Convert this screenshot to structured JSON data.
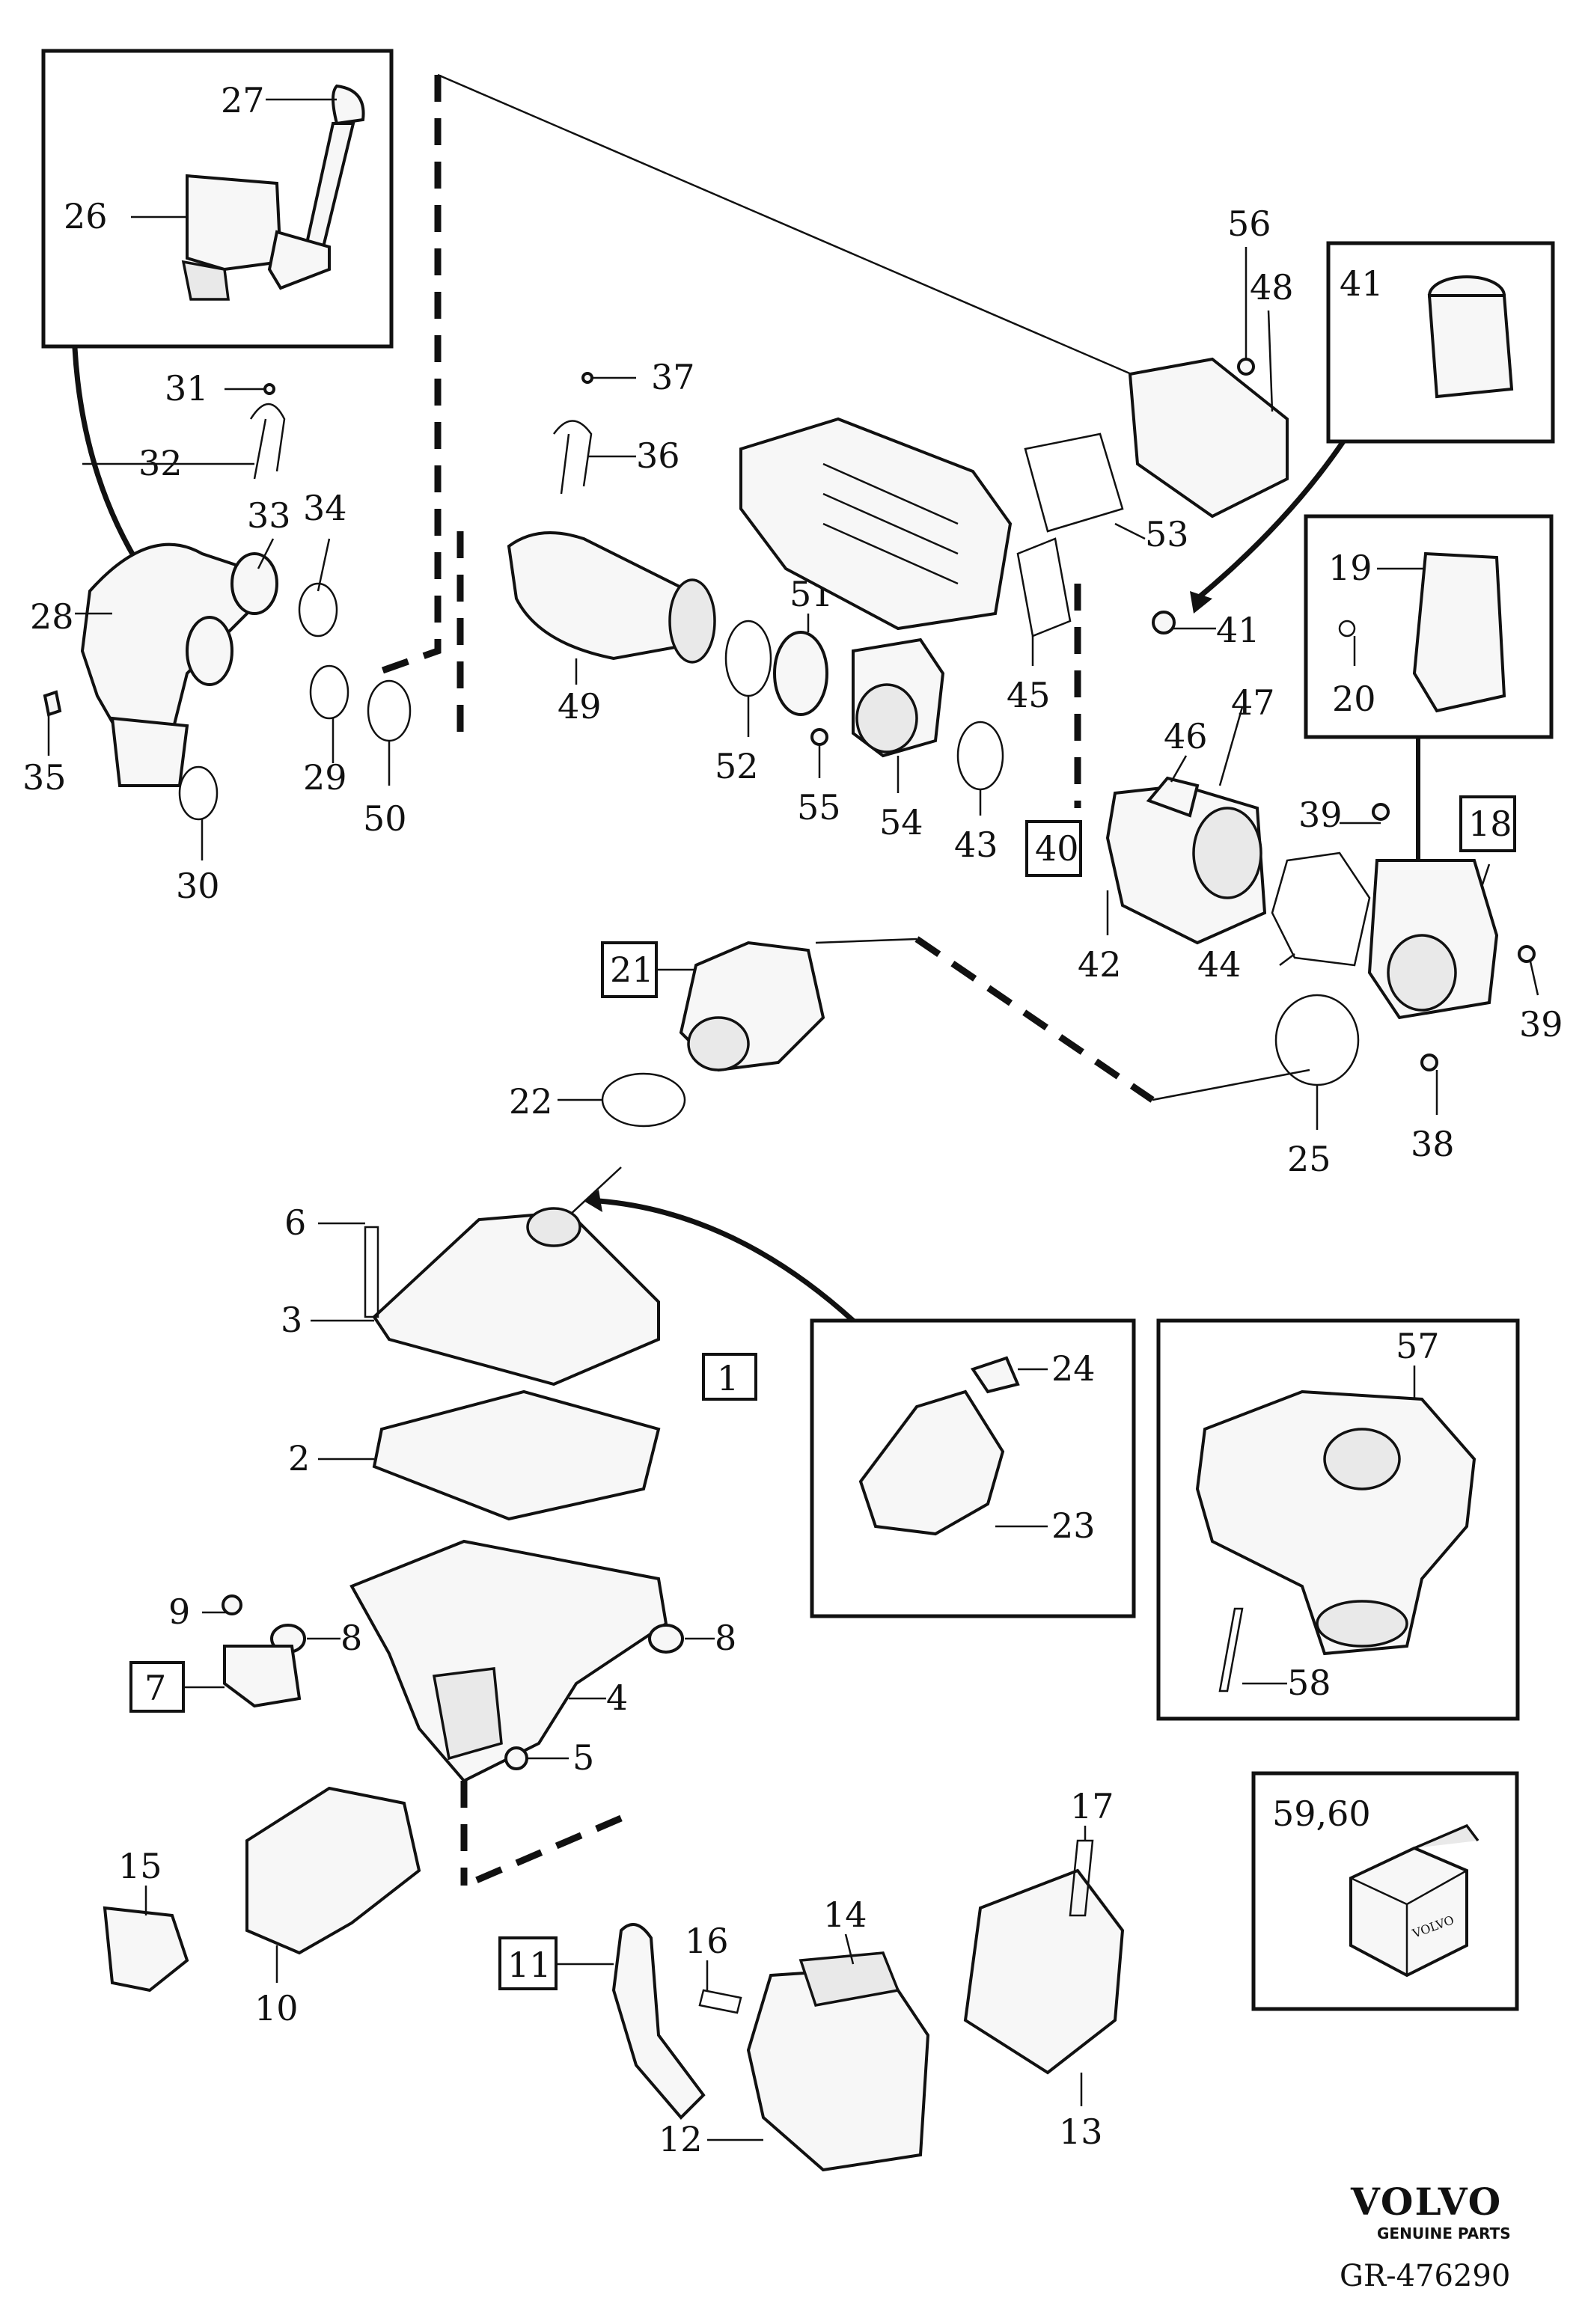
{
  "labels": {
    "l1": "1",
    "l2": "2",
    "l3": "3",
    "l4": "4",
    "l5": "5",
    "l6": "6",
    "l7": "7",
    "l8a": "8",
    "l8b": "8",
    "l9": "9",
    "l10": "10",
    "l11": "11",
    "l12": "12",
    "l13": "13",
    "l14": "14",
    "l15": "15",
    "l16": "16",
    "l17": "17",
    "l18": "18",
    "l19": "19",
    "l20": "20",
    "l21": "21",
    "l22": "22",
    "l23": "23",
    "l24": "24",
    "l25": "25",
    "l26": "26",
    "l27": "27",
    "l28": "28",
    "l29": "29",
    "l30": "30",
    "l31": "31",
    "l32": "32",
    "l33": "33",
    "l34": "34",
    "l35": "35",
    "l36": "36",
    "l37": "37",
    "l38": "38",
    "l39a": "39",
    "l39b": "39",
    "l40": "40",
    "l41a": "41",
    "l41b": "41",
    "l42": "42",
    "l43": "43",
    "l44": "44",
    "l45": "45",
    "l46": "46",
    "l47": "47",
    "l48": "48",
    "l49": "49",
    "l50": "50",
    "l51": "51",
    "l52": "52",
    "l53": "53",
    "l54": "54",
    "l55": "55",
    "l56": "56",
    "l57": "57",
    "l58": "58",
    "l5960": "59,60"
  },
  "brand": {
    "name": "VOLVO",
    "sub": "GENUINE PARTS",
    "reference": "GR-476290",
    "box_text": "VOLVO"
  }
}
